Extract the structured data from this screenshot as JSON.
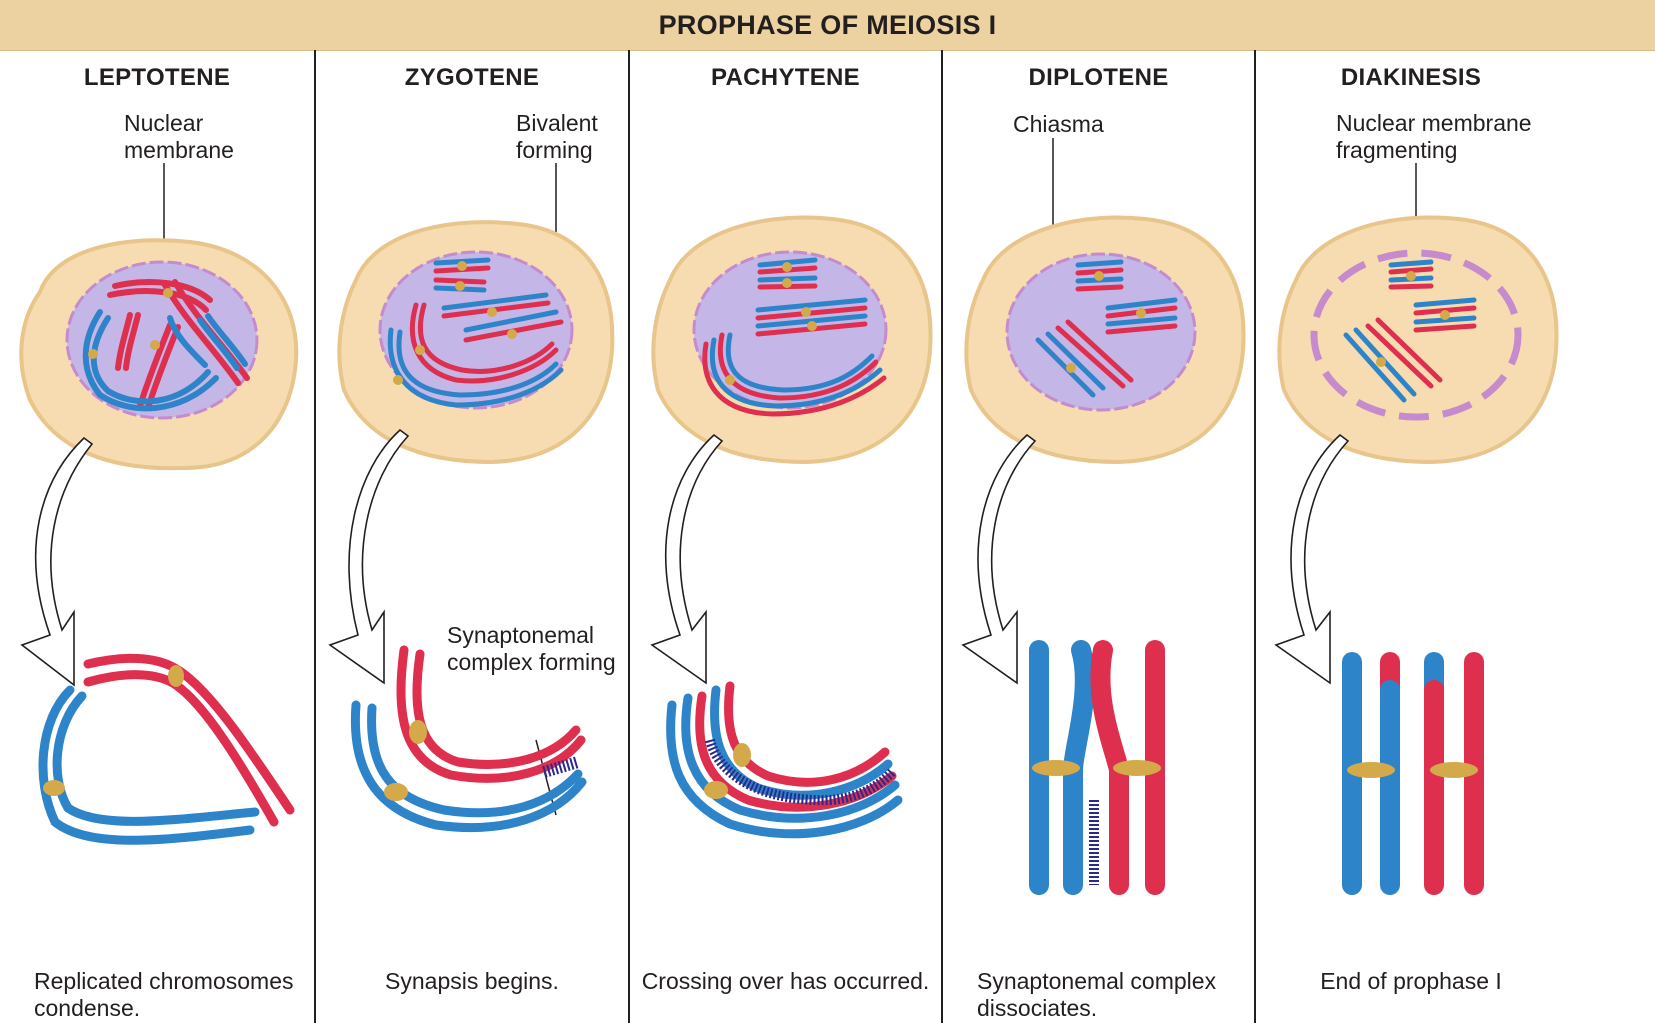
{
  "title": "PROPHASE OF MEIOSIS I",
  "colors": {
    "title_bar": "#ecd2a0",
    "cytoplasm": "#f6dcb0",
    "cytoplasm_edge": "#e8c58a",
    "nucleus": "#c4b6e6",
    "nuclear_membrane": "#c58bcd",
    "maternal_chromosome": "#de2f4f",
    "paternal_chromosome": "#2e84c9",
    "centromere": "#d4a94a",
    "synaptonemal_complex": "#2a2a8c"
  },
  "stages": [
    {
      "name": "LEPTOTENE",
      "callout": [
        "Nuclear",
        "membrane"
      ],
      "caption": [
        "Replicated chromosomes",
        "condense."
      ]
    },
    {
      "name": "ZYGOTENE",
      "callout": [
        "Bivalent",
        "forming"
      ],
      "callout2": [
        "Synaptonemal",
        "complex forming"
      ],
      "caption": [
        "Synapsis begins."
      ]
    },
    {
      "name": "PACHYTENE",
      "caption": [
        "Crossing over has occurred."
      ]
    },
    {
      "name": "DIPLOTENE",
      "callout": [
        "Chiasma"
      ],
      "caption": [
        "Synaptonemal complex",
        "dissociates."
      ]
    },
    {
      "name": "DIAKINESIS",
      "callout": [
        "Nuclear membrane",
        "fragmenting"
      ],
      "caption": [
        "End of prophase I"
      ]
    }
  ]
}
